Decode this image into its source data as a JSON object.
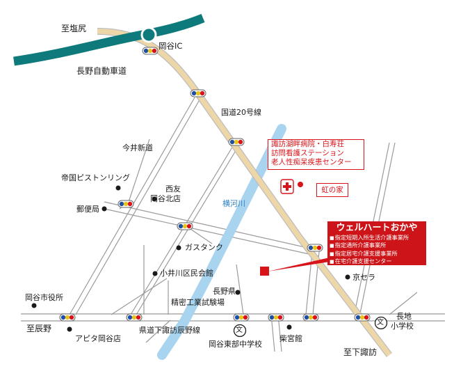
{
  "map": {
    "colors": {
      "expressway": "#0f7a7c",
      "route20": "#edd6a8",
      "river": "#a9d4ef",
      "road": "#9a9a9a",
      "accent_red": "#d8141a"
    },
    "labels": {
      "to_shiojiri": "至塩尻",
      "okaya_ic": "岡谷IC",
      "nagano_expressway": "長野自動車道",
      "route20": "国道20号線",
      "imai_shindo": "今井新道",
      "teikoku_piston_ring": "帝国ピストンリング",
      "nishitomo_okaya_north": [
        "西友",
        "岡谷北店"
      ],
      "post_office": "郵便局",
      "yokokawa_river": "横河川",
      "gas_tank": "ガスタンク",
      "koikawa_hall": "小井川区民会館",
      "nagano_pref_lab": [
        "長野県",
        "精密工業試験場"
      ],
      "okaya_city_hall": "岡谷市役所",
      "to_tatsuno": "至辰野",
      "apita_okaya": "アピタ岡谷店",
      "prefectural_road": "県道下諏訪辰野線",
      "okaya_east_jhs": "岡谷東部中学校",
      "shibamiyakan": "柴宮館",
      "kyocera": "京セラ",
      "nagachi_es": [
        "長地",
        "小学校"
      ],
      "to_shimosuwa": "至下諏訪"
    },
    "hospital_box": {
      "lines": [
        "諏訪湖畔病院・白寿荘",
        "訪問看護ステーション",
        "老人性痴呆疾患センター"
      ]
    },
    "rainbow_house": "虹の家",
    "wellheart": {
      "title": "ウェルハートおかや",
      "services": [
        "指定短期入所生活介護事業所",
        "指定通所介護事業所",
        "指定居宅介護支援事業所",
        "在宅介護支援センター"
      ]
    },
    "school_symbol": "文",
    "icons": [
      "hospital-cross-icon",
      "traffic-signal-icon",
      "interchange-icon",
      "school-icon",
      "location-square-icon"
    ]
  }
}
